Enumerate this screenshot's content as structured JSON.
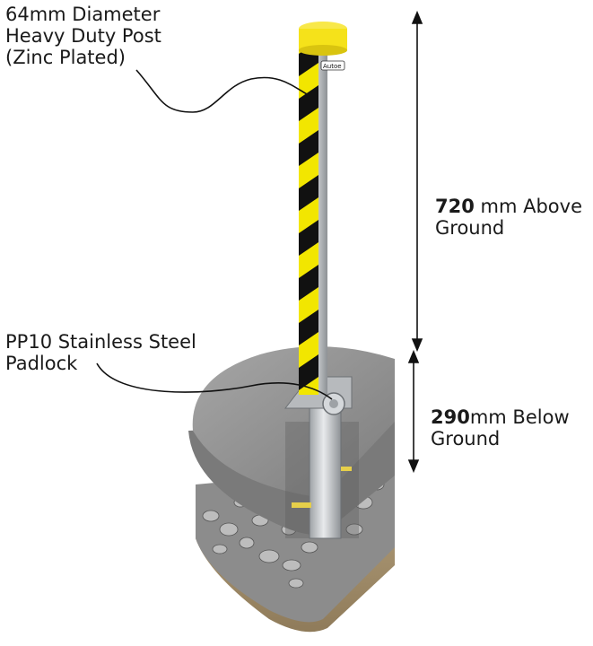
{
  "post_label": {
    "line1": "64mm Diameter",
    "line2": "Heavy Duty Post",
    "line3": "(Zinc Plated)"
  },
  "padlock_label": {
    "line1": "PP10 Stainless Steel",
    "line2": "Padlock"
  },
  "above_ground": {
    "value": "720",
    "unit_text": " mm Above",
    "line2": "Ground"
  },
  "below_ground": {
    "value": "290",
    "unit_text": "mm Below",
    "line2": "Ground"
  },
  "brand_tag": "Autoe",
  "colors": {
    "stripe_yellow": "#f2e600",
    "stripe_black": "#111111",
    "cap_yellow": "#f5e21a",
    "steel": "#c9cccf",
    "concrete": "#8e8e8e",
    "soil": "#a08c6a"
  }
}
